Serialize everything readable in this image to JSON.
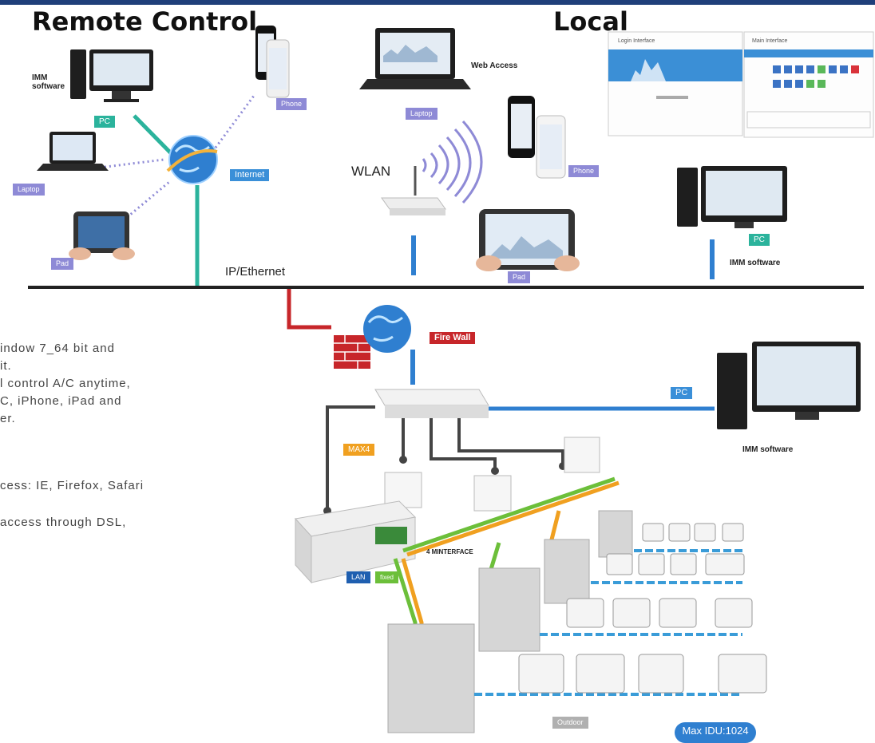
{
  "header": {
    "remote_title": "Remote Control",
    "local_title": "Local"
  },
  "labels": {
    "imm_software_left": "IMM software",
    "pc_left": "PC",
    "phone_left": "Phone",
    "laptop_left": "Laptop",
    "pad_left": "Pad",
    "internet": "Internet",
    "web_access": "Web Access",
    "laptop_center": "Laptop",
    "phone_center": "Phone",
    "wlan": "WLAN",
    "pad_center": "Pad",
    "login_interface": "Login Interface",
    "main_interface": "Main Interface",
    "pc_right": "PC",
    "imm_software_right": "IMM software",
    "ip_ethernet": "IP/Ethernet",
    "fire_wall": "Fire Wall",
    "pc_lower": "PC",
    "imm_software_lower": "IMM software",
    "max4": "MAX4",
    "m_interface": "4 MINTERFACE",
    "lan": "LAN",
    "fixed": "fixed",
    "outdoor_unit": "Outdoor",
    "max_idu": "Max IDU:1024"
  },
  "description": [
    "indow 7_64 bit and",
    "it.",
    "l control A/C anytime,",
    "C, iPhone, iPad and",
    "er.",
    "cess: IE, Firefox, Safari",
    "",
    "access through DSL,"
  ],
  "colors": {
    "teal": "#2bb39c",
    "blue": "#3a8fd8",
    "red": "#c7262a",
    "orange": "#f0a020",
    "green": "#6cbf3a",
    "purple": "#8e8ad6"
  }
}
